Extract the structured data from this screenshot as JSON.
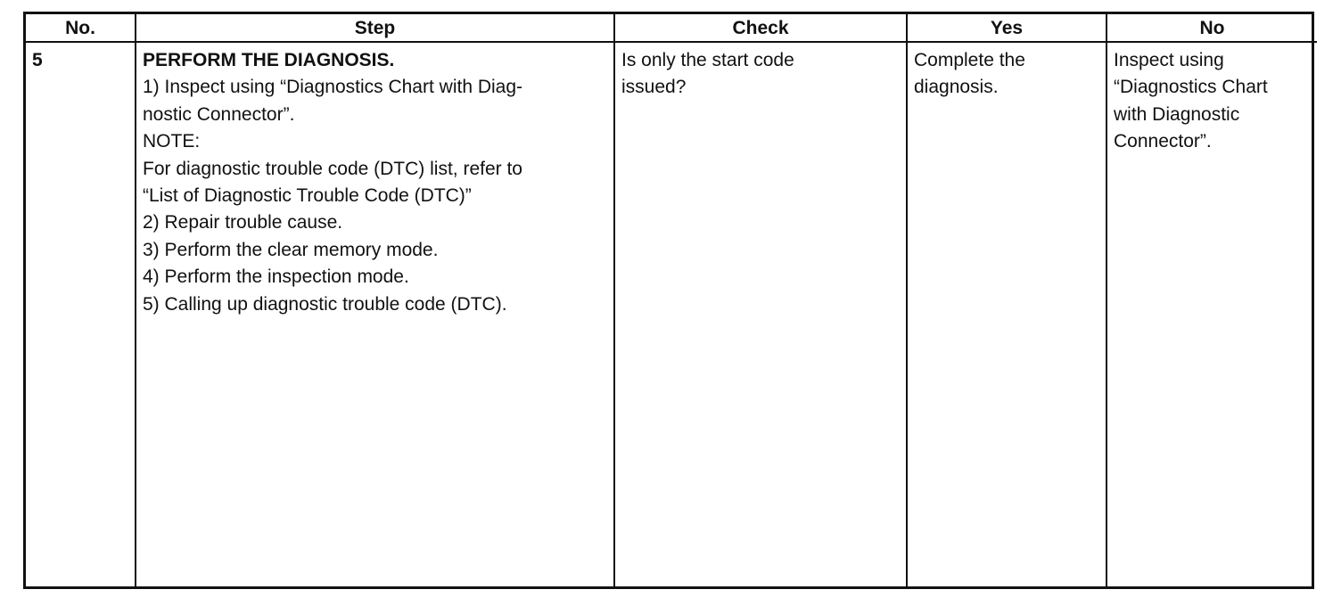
{
  "table": {
    "headers": {
      "no": "No.",
      "step": "Step",
      "check": "Check",
      "yes": "Yes",
      "no_col": "No"
    },
    "row": {
      "number": "5",
      "step_title": "PERFORM THE DIAGNOSIS.",
      "step_lines": [
        "1) Inspect using “Diagnostics Chart with Diag-",
        "nostic Connector”.",
        "NOTE:",
        "For diagnostic trouble code (DTC) list, refer to",
        "“List of Diagnostic Trouble Code (DTC)”",
        "2) Repair trouble cause.",
        "3) Perform the clear memory mode.",
        "4) Perform the inspection mode.",
        "5) Calling up diagnostic trouble code (DTC)."
      ],
      "check_lines": [
        "Is only the start code",
        "issued?"
      ],
      "yes_lines": [
        "Complete the",
        "diagnosis."
      ],
      "no_lines": [
        "Inspect using",
        "“Diagnostics Chart",
        "with Diagnostic",
        "Connector”."
      ]
    }
  }
}
